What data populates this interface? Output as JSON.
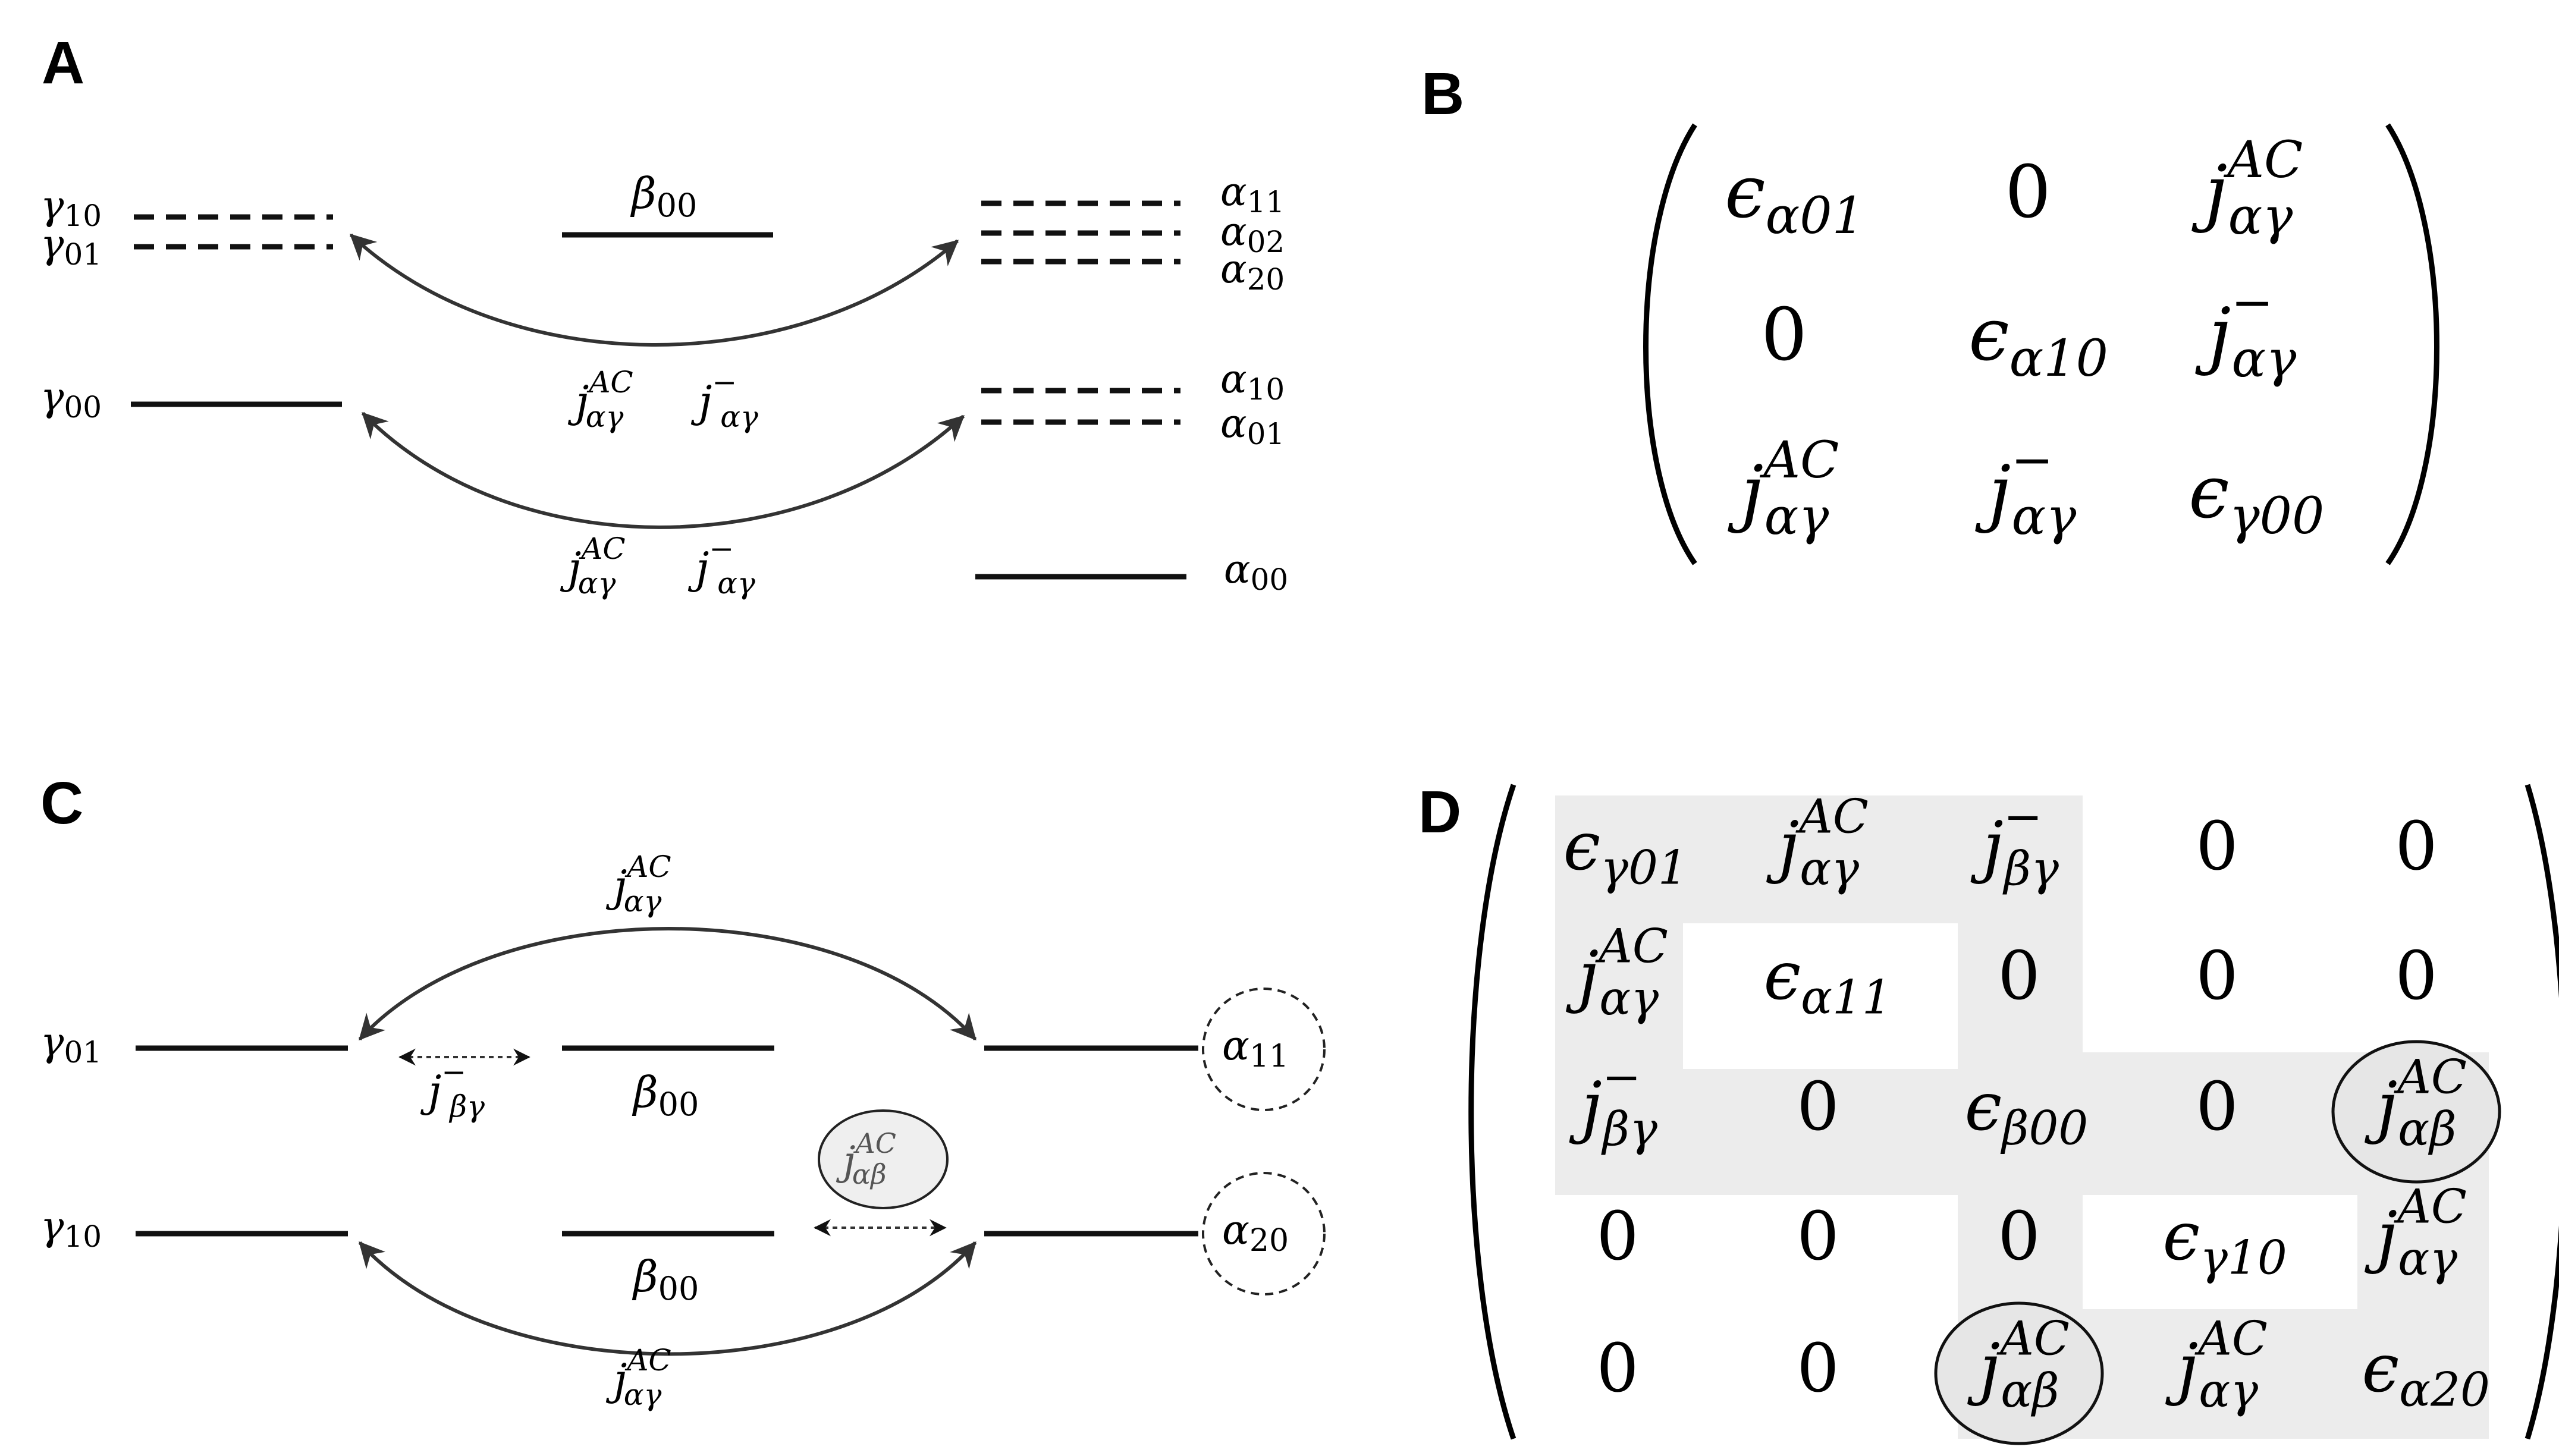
{
  "panels": {
    "A": {
      "letter": "A",
      "gamma_levels": [
        {
          "base": "γ",
          "sub": "10"
        },
        {
          "base": "γ",
          "sub": "01"
        },
        {
          "base": "γ",
          "sub": "00"
        }
      ],
      "beta_level": {
        "base": "β",
        "sub": "00"
      },
      "alpha_levels": [
        {
          "base": "α",
          "sub": "11"
        },
        {
          "base": "α",
          "sub": "02"
        },
        {
          "base": "α",
          "sub": "20"
        },
        {
          "base": "α",
          "sub": "10"
        },
        {
          "base": "α",
          "sub": "01"
        },
        {
          "base": "α",
          "sub": "00"
        }
      ],
      "coupling_upper": [
        {
          "base": "j",
          "sub": "αγ",
          "sup": "AC"
        },
        {
          "base": "j",
          "sub": "αγ",
          "sup": "−"
        }
      ],
      "coupling_lower": [
        {
          "base": "j",
          "sub": "αγ",
          "sup": "AC"
        },
        {
          "base": "j",
          "sub": "αγ",
          "sup": "−"
        }
      ]
    },
    "B": {
      "letter": "B",
      "matrix": [
        [
          {
            "base": "ϵ",
            "sub": "α01"
          },
          {
            "base": "0"
          },
          {
            "base": "j",
            "sub": "αγ",
            "sup": "AC"
          }
        ],
        [
          {
            "base": "0"
          },
          {
            "base": "ϵ",
            "sub": "α10"
          },
          {
            "base": "j",
            "sub": "αγ",
            "sup": "−"
          }
        ],
        [
          {
            "base": "j",
            "sub": "αγ",
            "sup": "AC"
          },
          {
            "base": "j",
            "sub": "αγ",
            "sup": "−"
          },
          {
            "base": "ϵ",
            "sub": "γ00"
          }
        ]
      ]
    },
    "C": {
      "letter": "C",
      "gamma_levels": [
        {
          "base": "γ",
          "sub": "01"
        },
        {
          "base": "γ",
          "sub": "10"
        }
      ],
      "beta_levels": [
        {
          "base": "β",
          "sub": "00"
        },
        {
          "base": "β",
          "sub": "00"
        }
      ],
      "alpha_circled": [
        {
          "base": "α",
          "sub": "11"
        },
        {
          "base": "α",
          "sub": "20"
        }
      ],
      "coupling_top": {
        "base": "j",
        "sub": "αγ",
        "sup": "AC"
      },
      "coupling_bottom": {
        "base": "j",
        "sub": "αγ",
        "sup": "AC"
      },
      "coupling_beta_gamma": {
        "base": "j",
        "sub": "βγ",
        "sup": "−"
      },
      "coupling_alpha_beta": {
        "base": "j",
        "sub": "αβ",
        "sup": "AC"
      }
    },
    "D": {
      "letter": "D",
      "matrix": [
        [
          {
            "base": "ϵ",
            "sub": "γ01"
          },
          {
            "base": "j",
            "sub": "αγ",
            "sup": "AC"
          },
          {
            "base": "j",
            "sub": "βγ",
            "sup": "−"
          },
          {
            "base": "0"
          },
          {
            "base": "0"
          }
        ],
        [
          {
            "base": "j",
            "sub": "αγ",
            "sup": "AC"
          },
          {
            "base": "ϵ",
            "sub": "α11"
          },
          {
            "base": "0"
          },
          {
            "base": "0"
          },
          {
            "base": "0"
          }
        ],
        [
          {
            "base": "j",
            "sub": "βγ",
            "sup": "−"
          },
          {
            "base": "0"
          },
          {
            "base": "ϵ",
            "sub": "β00"
          },
          {
            "base": "0"
          },
          {
            "base": "j",
            "sub": "αβ",
            "sup": "AC",
            "circled": true
          }
        ],
        [
          {
            "base": "0"
          },
          {
            "base": "0"
          },
          {
            "base": "0"
          },
          {
            "base": "ϵ",
            "sub": "γ10"
          },
          {
            "base": "j",
            "sub": "αγ",
            "sup": "AC"
          }
        ],
        [
          {
            "base": "0"
          },
          {
            "base": "0"
          },
          {
            "base": "j",
            "sub": "αβ",
            "sup": "AC",
            "circled": true
          },
          {
            "base": "j",
            "sub": "αγ",
            "sup": "AC"
          },
          {
            "base": "ϵ",
            "sub": "α20"
          }
        ]
      ]
    }
  }
}
